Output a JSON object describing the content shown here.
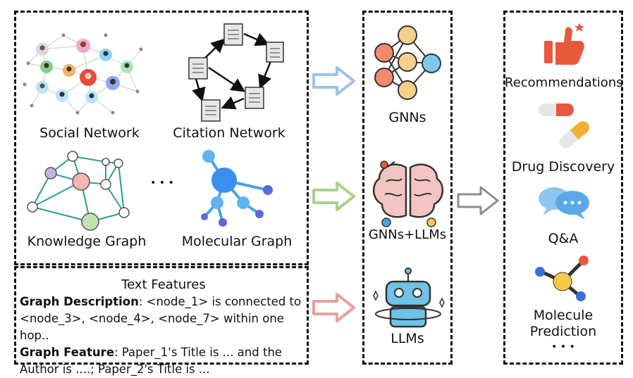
{
  "graphs": {
    "social": "Social Network",
    "citation": "Citation Network",
    "knowledge": "Knowledge Graph",
    "molecular": "Molecular Graph",
    "ellipsis": "• • •"
  },
  "text_features": {
    "title": "Text Features",
    "desc_label": "Graph Description",
    "desc_text_1": ": <node_1> is connected to",
    "desc_text_2": "<node_3>, <node_4>, <node_7> within one hop..",
    "feat_label": "Graph Feature",
    "feat_text_1": ": Paper_1's Title is ... and the",
    "feat_text_2": "Author is ....;  Paper_2's Title is ..."
  },
  "models": {
    "gnns": "GNNs",
    "gnns_llms": "GNNs+LLMs",
    "llms": "LLMs"
  },
  "applications": {
    "recommendations": "Recommendations",
    "drug_discovery": "Drug Discovery",
    "qa": "Q&A",
    "molecule_1": "Molecule",
    "molecule_2": "Prediction",
    "ellipsis": "• • •"
  },
  "colors": {
    "arrow_gnn": "#9dc3e6",
    "arrow_both": "#a9d18e",
    "arrow_llm": "#e8a0a0",
    "arrow_out": "#bfbfbf",
    "thumb": "#e8593c"
  }
}
